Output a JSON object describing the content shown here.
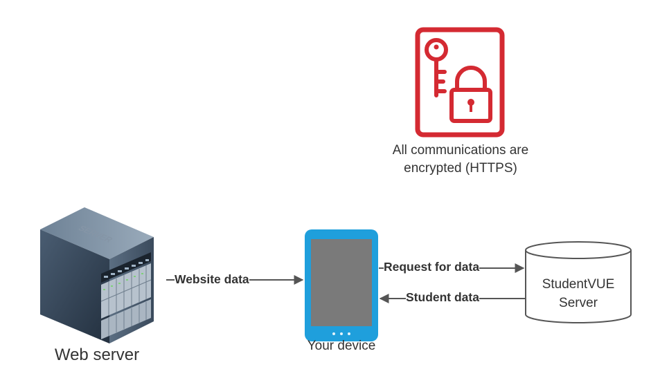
{
  "colors": {
    "encryption_red": "#d42a32",
    "device_blue": "#1f9fdc",
    "device_screen": "#7a7a7a",
    "line": "#555555",
    "text": "#333333"
  },
  "nodes": {
    "encryption_note": {
      "icon": "key-lock-icon",
      "label": "All communications are encrypted (HTTPS)"
    },
    "web_server": {
      "icon": "server-rack-icon",
      "label": "Web server",
      "engraving": "SERVER"
    },
    "device": {
      "icon": "smartphone-icon",
      "label": "Your device"
    },
    "studentvue": {
      "icon": "database-cylinder-icon",
      "label_line1": "StudentVUE",
      "label_line2": "Server"
    }
  },
  "edges": {
    "website_data": "Website data",
    "request_for_data": "Request for data",
    "student_data": "Student data"
  }
}
